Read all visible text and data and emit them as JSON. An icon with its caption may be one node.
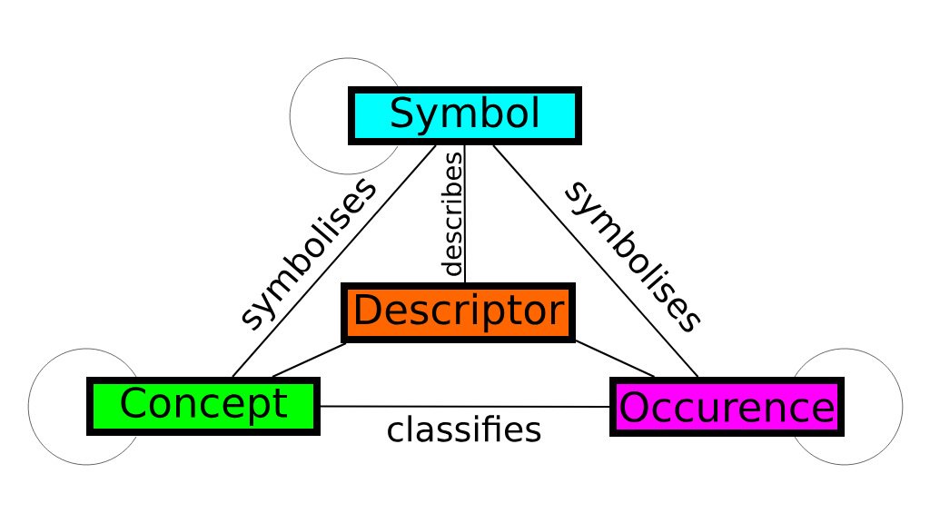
{
  "diagram": {
    "nodes": [
      {
        "text": [
          "Symbol"
        ]
      },
      {
        "text": [
          "Descriptor"
        ]
      },
      {
        "text": [
          "Concept"
        ]
      },
      {
        "text": [
          "Occurence"
        ]
      }
    ],
    "edges": [
      {
        "from": 0,
        "to": 2,
        "arrow": "none",
        "label": "symbolises"
      },
      {
        "from": 0,
        "to": 1,
        "arrow": "none",
        "label": "describes"
      },
      {
        "from": 0,
        "to": 3,
        "arrow": "none",
        "label": "symbolises"
      },
      {
        "from": 1,
        "to": 2,
        "arrow": "none"
      },
      {
        "from": 1,
        "to": 3,
        "arrow": "none"
      },
      {
        "from": 2,
        "to": 3,
        "arrow": "none",
        "label": "classifies"
      },
      {
        "from": 0,
        "to": 0,
        "arrow": "none"
      },
      {
        "from": 2,
        "to": 2,
        "arrow": "none"
      },
      {
        "from": 3,
        "to": 3,
        "arrow": "none"
      }
    ]
  }
}
